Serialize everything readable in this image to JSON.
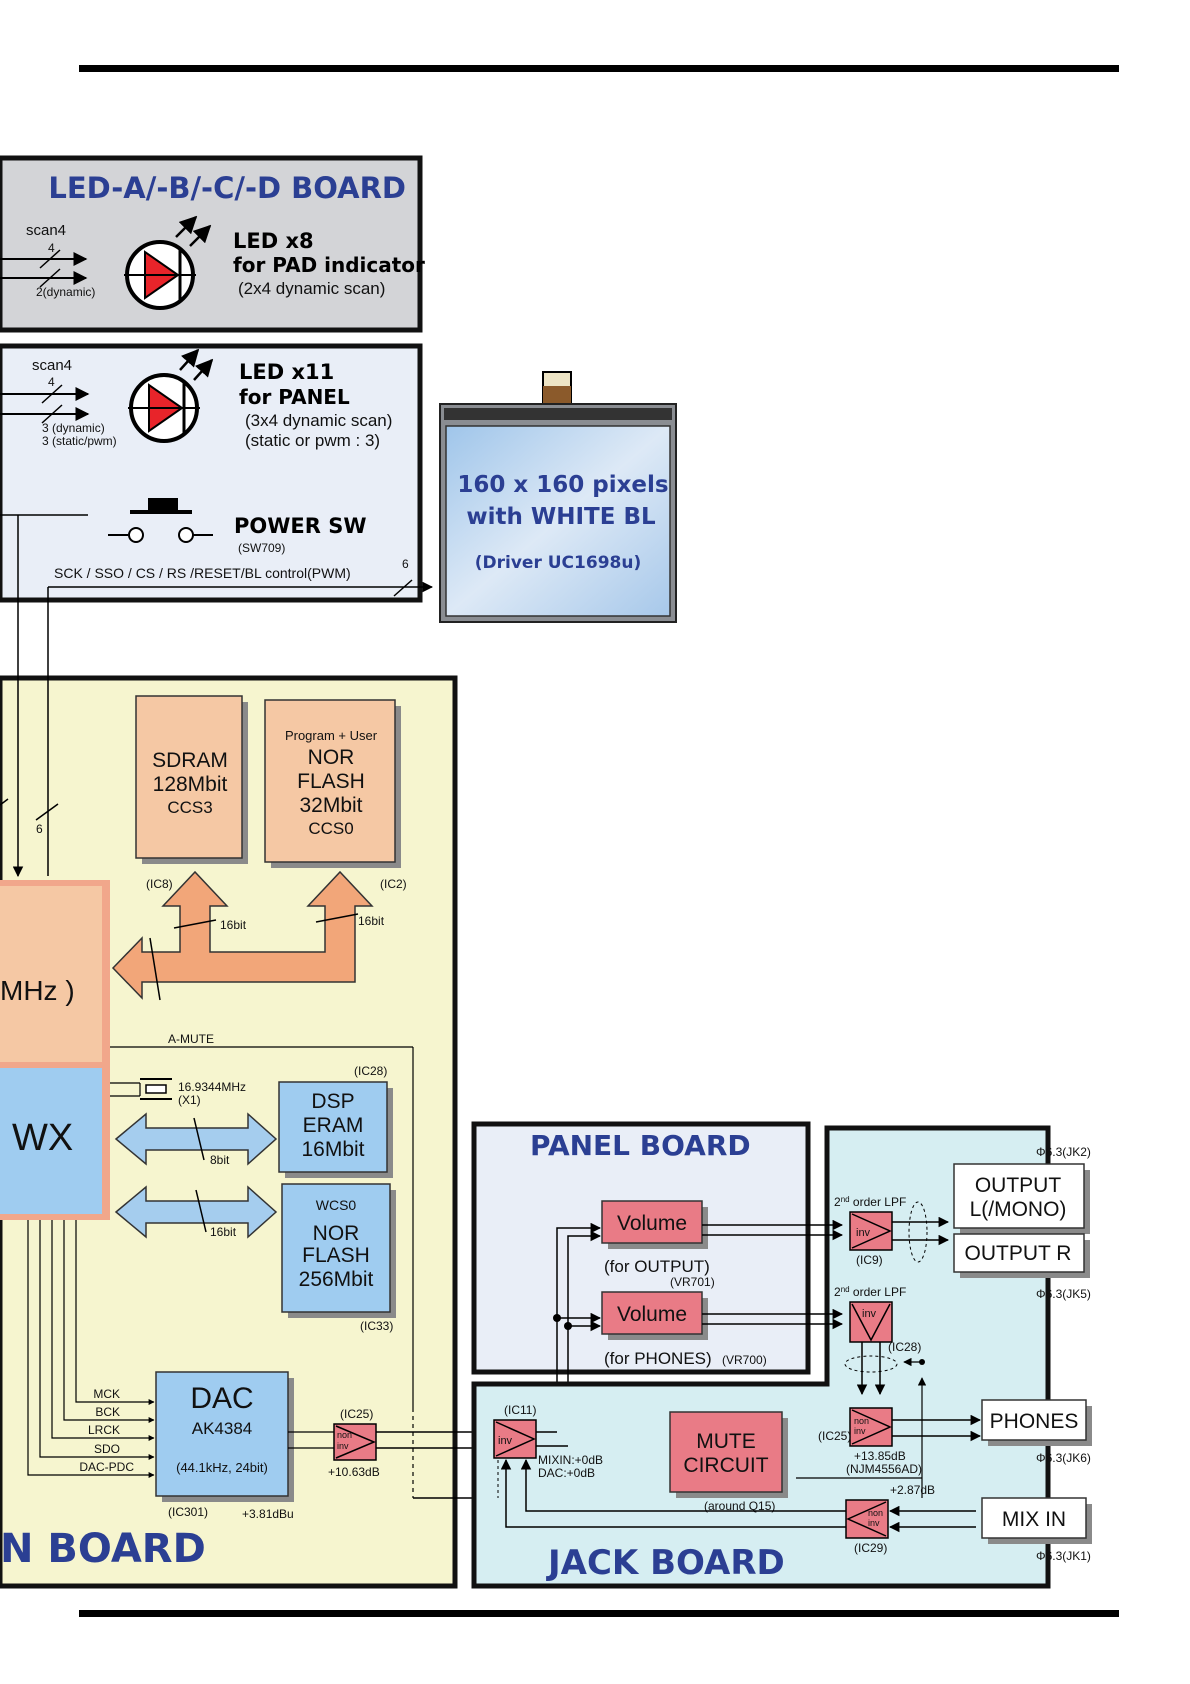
{
  "led_pad_board": {
    "title": "LED-A/-B/-C/-D BOARD",
    "scan_label": "scan4",
    "bus_scan": "4",
    "bus_dynamic": "2(dynamic)",
    "led_line1": "LED  x8",
    "led_line2": "for PAD indicator",
    "led_line3": "(2x4 dynamic scan)"
  },
  "panel_led": {
    "scan_label": "scan4",
    "bus_scan": "4",
    "bus_dynamic": "3 (dynamic)",
    "bus_static": "3 (static/pwm)",
    "led_line1": "LED  x11",
    "led_line2": "for PANEL",
    "led_line3": "(3x4 dynamic scan)",
    "led_line4": "(static or pwm : 3)",
    "power_sw": "POWER SW",
    "power_sw_ref": "(SW709)",
    "control_bus": "SCK / SSO / CS / RS /RESET/BL control(PWM)",
    "control_bus_width": "6"
  },
  "lcd": {
    "line1": "160 x 160 pixels",
    "line2": "with WHITE BL",
    "line3": "(Driver UC1698u)"
  },
  "main_board": {
    "title_visible": "N BOARD",
    "bus6": "6",
    "cpu_freq_fragment": "MHz )",
    "cpu_name_fragment": "WX",
    "sdram": {
      "l1": "SDRAM",
      "l2": "128Mbit",
      "l3": "CCS3",
      "ref": "(IC8)"
    },
    "nor_prog": {
      "l0": "Program + User",
      "l1": "NOR",
      "l2": "FLASH",
      "l3": "32Mbit",
      "l4": "CCS0",
      "ref": "(IC2)"
    },
    "bus16a": "16bit",
    "bus16b": "16bit",
    "amute": "A-MUTE",
    "xtal": "16.9344MHz",
    "xtal_ref": "(X1)",
    "dsp": {
      "l1": "DSP",
      "l2": "ERAM",
      "l3": "16Mbit",
      "ref": "(IC28)"
    },
    "bus8": "8bit",
    "bus16c": "16bit",
    "nor_wave": {
      "l0": "WCS0",
      "l1": "NOR",
      "l2": "FLASH",
      "l3": "256Mbit",
      "ref": "(IC33)"
    },
    "dac": {
      "l1": "DAC",
      "l2": "AK4384",
      "l3": "(44.1kHz, 24bit)",
      "ref": "(IC301)",
      "level": "+3.81dBu"
    },
    "signals": [
      "MCK",
      "BCK",
      "LRCK",
      "SDO",
      "DAC-PDC"
    ],
    "amp_ref": "(IC25)",
    "amp_gain": "+10.63dB",
    "non": "non",
    "inv": "inv"
  },
  "panel_board": {
    "title": "PANEL BOARD",
    "vol_out": "Volume",
    "vol_out_sub": "(for OUTPUT)",
    "vol_out_ref": "(VR701)",
    "vol_ph": "Volume",
    "vol_ph_sub": "(for PHONES)",
    "vol_ph_ref": "(VR700)"
  },
  "jack_board": {
    "title": "JACK BOARD",
    "jk2": "Φ6.3(JK2)",
    "out_l1": "OUTPUT",
    "out_l2": "L(/MONO)",
    "out_r": "OUTPUT R",
    "jk5": "Φ6.3(JK5)",
    "lpf1": "2",
    "lpf1_sup": "nd",
    "lpf1_rest": " order LPF",
    "lpf2": "2",
    "lpf2_sup": "nd",
    "lpf2_rest": " order LPF",
    "ic9": "(IC9)",
    "ic28": "(IC28)",
    "inv": "inv",
    "ic11": "(IC11)",
    "mixin": "MIXIN:+0dB",
    "dacg": "DAC:+0dB",
    "mute_l1": "MUTE",
    "mute_l2": "CIRCUIT",
    "mute_ref": "(around Q15)",
    "ic25": "(IC25)",
    "ph_gain": "+13.85dB",
    "ph_ic": "(NJM4556AD)",
    "phones": "PHONES",
    "jk6": "Φ6.3(JK6)",
    "mix_gain": "+2.87dB",
    "mixin_jack": "MIX IN",
    "jk1": "Φ6.3(JK1)",
    "ic29": "(IC29)",
    "non": "non",
    "inv2": "inv"
  }
}
